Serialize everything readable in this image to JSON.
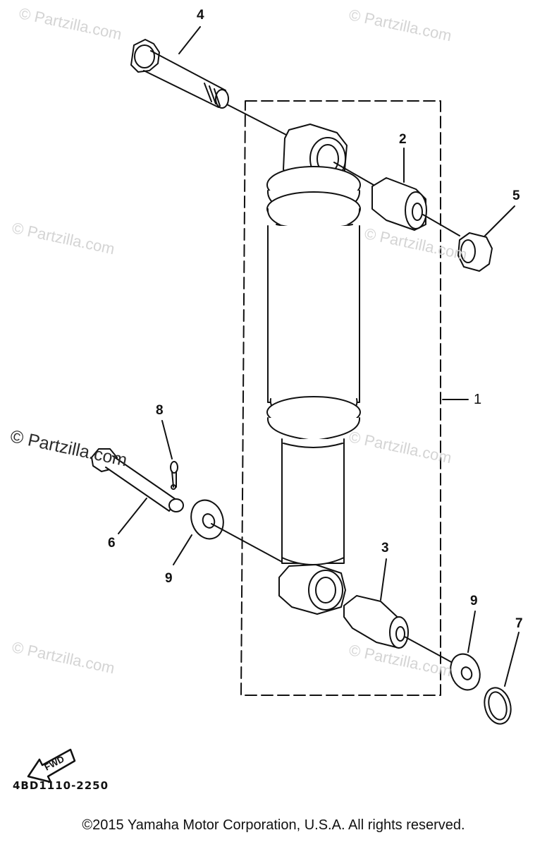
{
  "watermark": "© Partzilla.com",
  "callouts": {
    "c1": "1",
    "c2": "2",
    "c3": "3",
    "c4": "4",
    "c5": "5",
    "c6": "6",
    "c7": "7",
    "c8": "8",
    "c9a": "9",
    "c9b": "9"
  },
  "fwd_label": "FWD",
  "diagram_code": "4BD1110-2250",
  "copyright": "©2015 Yamaha Motor Corporation, U.S.A. All rights reserved."
}
